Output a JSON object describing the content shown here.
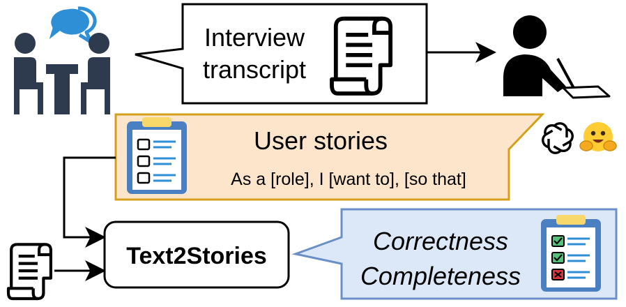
{
  "interview": {
    "line1": "Interview",
    "line2": "transcript"
  },
  "user_stories": {
    "title": "User stories",
    "template": "As a [role], I [want to], [so that]"
  },
  "tool": {
    "name": "Text2Stories"
  },
  "metrics": {
    "line1": "Correctness",
    "line2": "Completeness"
  },
  "colors": {
    "dark": "#2e3a4d",
    "bubble_blue": "#2f8fd6",
    "story_fill": "#fde5cc",
    "story_border": "#d4a017",
    "metric_fill": "#dce8f8",
    "metric_border": "#6a8fc7",
    "clipboard_blue": "#4a7fc1",
    "clipboard_clip": "#f9d86b",
    "check_green": "#56c17a",
    "cross_red": "#d9343b",
    "emoji_yellow": "#ffcc33"
  },
  "icons": {
    "meeting": "meeting-people-icon",
    "scroll": "scroll-document-icon",
    "writer": "person-writing-icon",
    "clipboard": "clipboard-checklist-icon",
    "openai": "openai-logo-icon",
    "huggingface": "hugging-face-icon"
  }
}
